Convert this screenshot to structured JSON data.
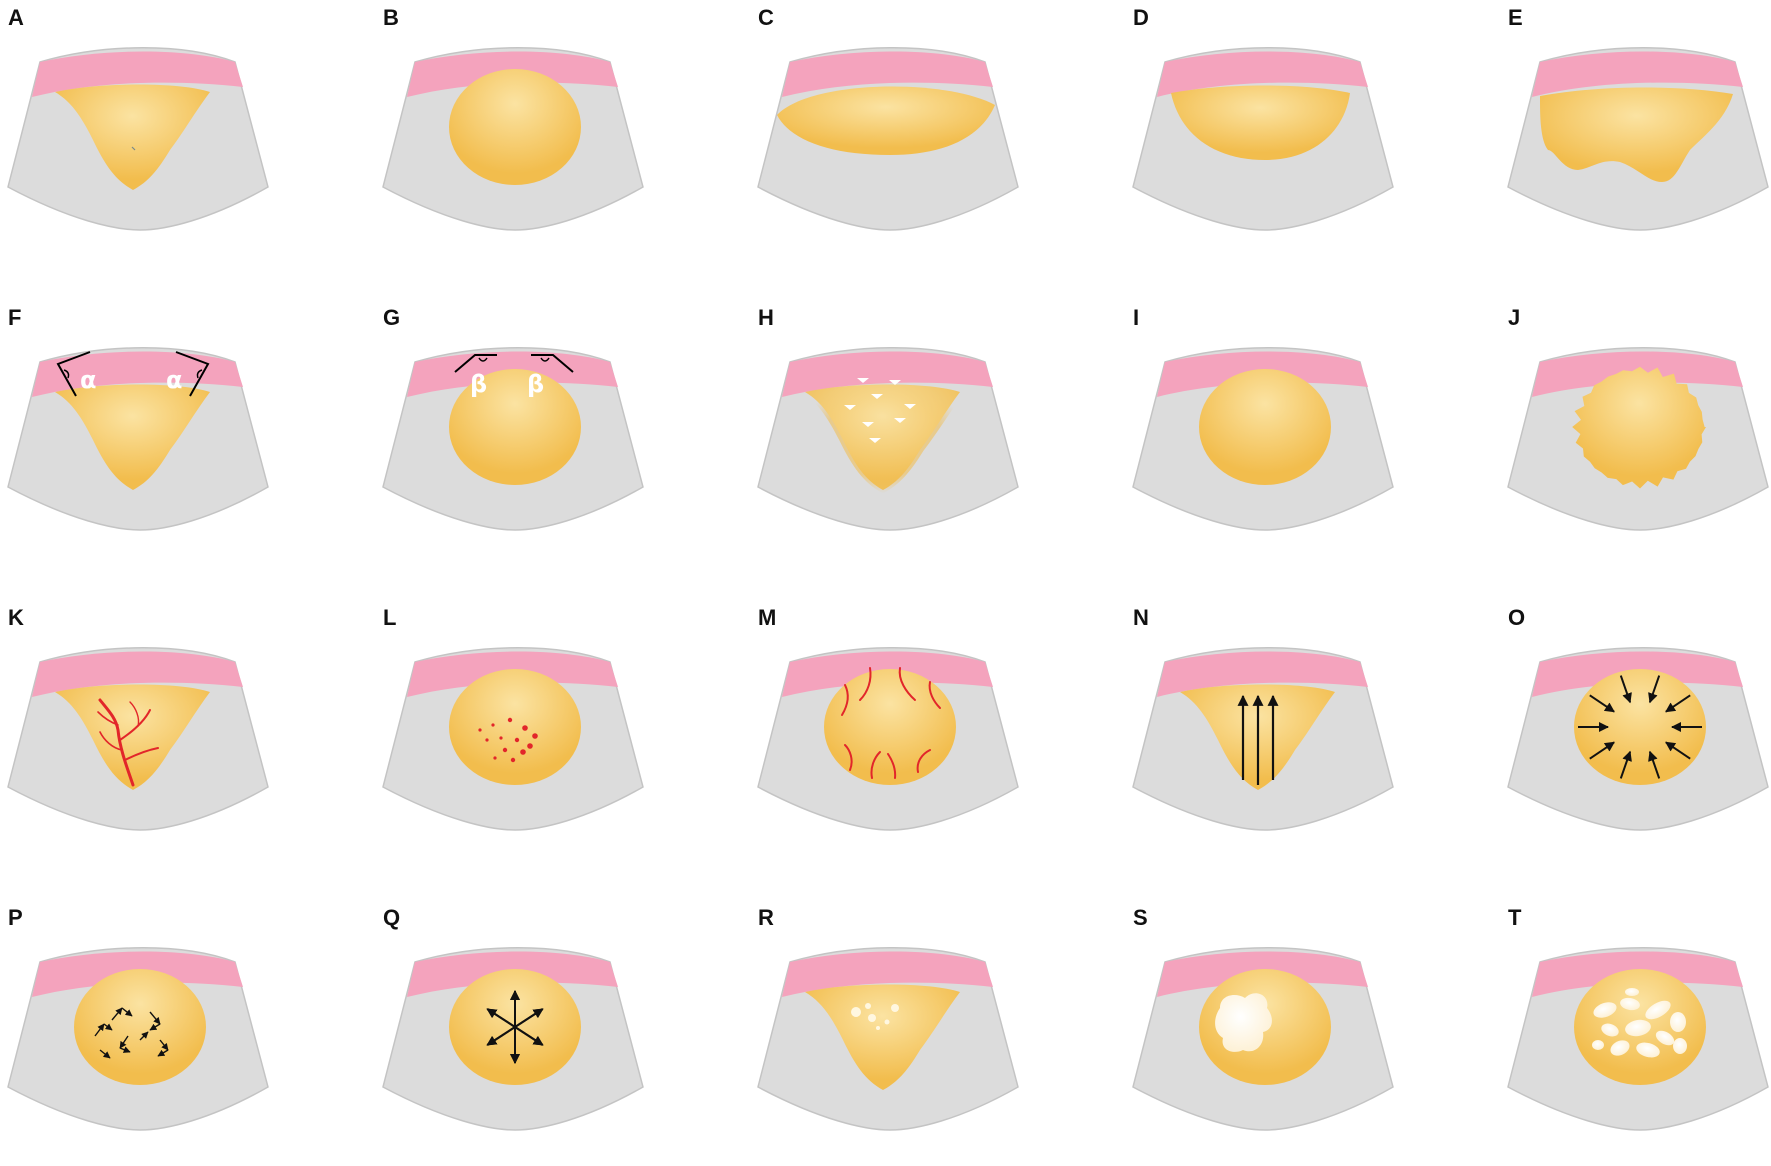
{
  "colors": {
    "field": "#dcdcdc",
    "field_stroke": "#c4c4c4",
    "skin": "#f4a3bd",
    "lesion": "#f2bd4d",
    "lesion_highlight": "#fbe3a2",
    "vessel": "#e2262a",
    "arrow": "#111111",
    "angle_label": "#ffffff",
    "panel_label": "#111111"
  },
  "panels": [
    {
      "label": "A",
      "shape": "v",
      "feature": "none"
    },
    {
      "label": "B",
      "shape": "oval",
      "feature": "none"
    },
    {
      "label": "C",
      "shape": "wide",
      "feature": "none"
    },
    {
      "label": "D",
      "shape": "bowl",
      "feature": "none"
    },
    {
      "label": "E",
      "shape": "irregular",
      "feature": "none"
    },
    {
      "label": "F",
      "shape": "v",
      "feature": "angle",
      "angle_symbol": "α"
    },
    {
      "label": "G",
      "shape": "oval",
      "feature": "angle",
      "angle_symbol": "β"
    },
    {
      "label": "H",
      "shape": "vfuzzy",
      "feature": "echoes"
    },
    {
      "label": "I",
      "shape": "oval",
      "feature": "none"
    },
    {
      "label": "J",
      "shape": "spiky",
      "feature": "none"
    },
    {
      "label": "K",
      "shape": "v",
      "feature": "vessel-tree"
    },
    {
      "label": "L",
      "shape": "oval",
      "feature": "spots"
    },
    {
      "label": "M",
      "shape": "oval",
      "feature": "vessel-edges"
    },
    {
      "label": "N",
      "shape": "v",
      "feature": "arrows-up"
    },
    {
      "label": "O",
      "shape": "oval",
      "feature": "arrows-in"
    },
    {
      "label": "P",
      "shape": "oval",
      "feature": "arrows-random"
    },
    {
      "label": "Q",
      "shape": "oval",
      "feature": "arrows-out"
    },
    {
      "label": "R",
      "shape": "v",
      "feature": "dots"
    },
    {
      "label": "S",
      "shape": "oval",
      "feature": "blob"
    },
    {
      "label": "T",
      "shape": "oval",
      "feature": "cysts"
    }
  ]
}
